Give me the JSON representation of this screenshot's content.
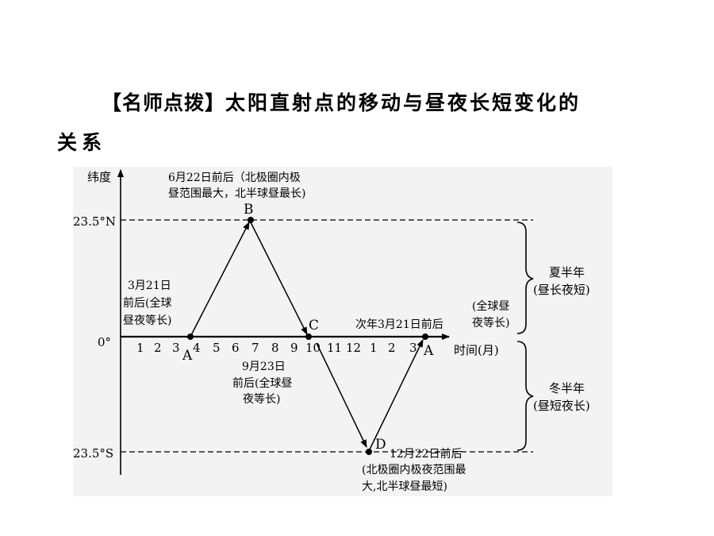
{
  "heading": {
    "tag": "【名师点拨】",
    "line1": "太阳直射点的移动与昼夜长短变化的",
    "line2": "关系"
  },
  "axis": {
    "y_label": "纬度",
    "north_label": "23.5°N",
    "zero_label": "0°",
    "south_label": "23.5°S",
    "x_label": "时间(月)",
    "month_ticks": [
      "1",
      "2",
      "3",
      "4",
      "5",
      "6",
      "7",
      "8",
      "9",
      "10",
      "11",
      "12",
      "1",
      "2",
      "3"
    ]
  },
  "points": {
    "A1": "A",
    "B": "B",
    "C": "C",
    "D": "D",
    "A2": "A"
  },
  "annotations": {
    "b_note_line1": "6月22日前后（北极圈内极",
    "b_note_line2": "昼范围最大，北半球昼最长)",
    "a1_note_line1": "3月21日",
    "a1_note_line2": "前后(全球",
    "a1_note_line3": "昼夜等长)",
    "c_note_line1": "9月23日",
    "c_note_line2": "前后(全球昼",
    "c_note_line3": "夜等长)",
    "a2_top": "次年3月21日前后",
    "a2_note_line1": "(全球昼",
    "a2_note_line2": "夜等长)",
    "d_note_line1": "12月22日前后",
    "d_note_line2": "(北极圈内极夜范围最",
    "d_note_line3": "大,北半球昼最短)"
  },
  "brackets": {
    "summer_line1": "夏半年",
    "summer_line2": "(昼长夜短)",
    "winter_line1": "冬半年",
    "winter_line2": "(昼短夜长)"
  }
}
